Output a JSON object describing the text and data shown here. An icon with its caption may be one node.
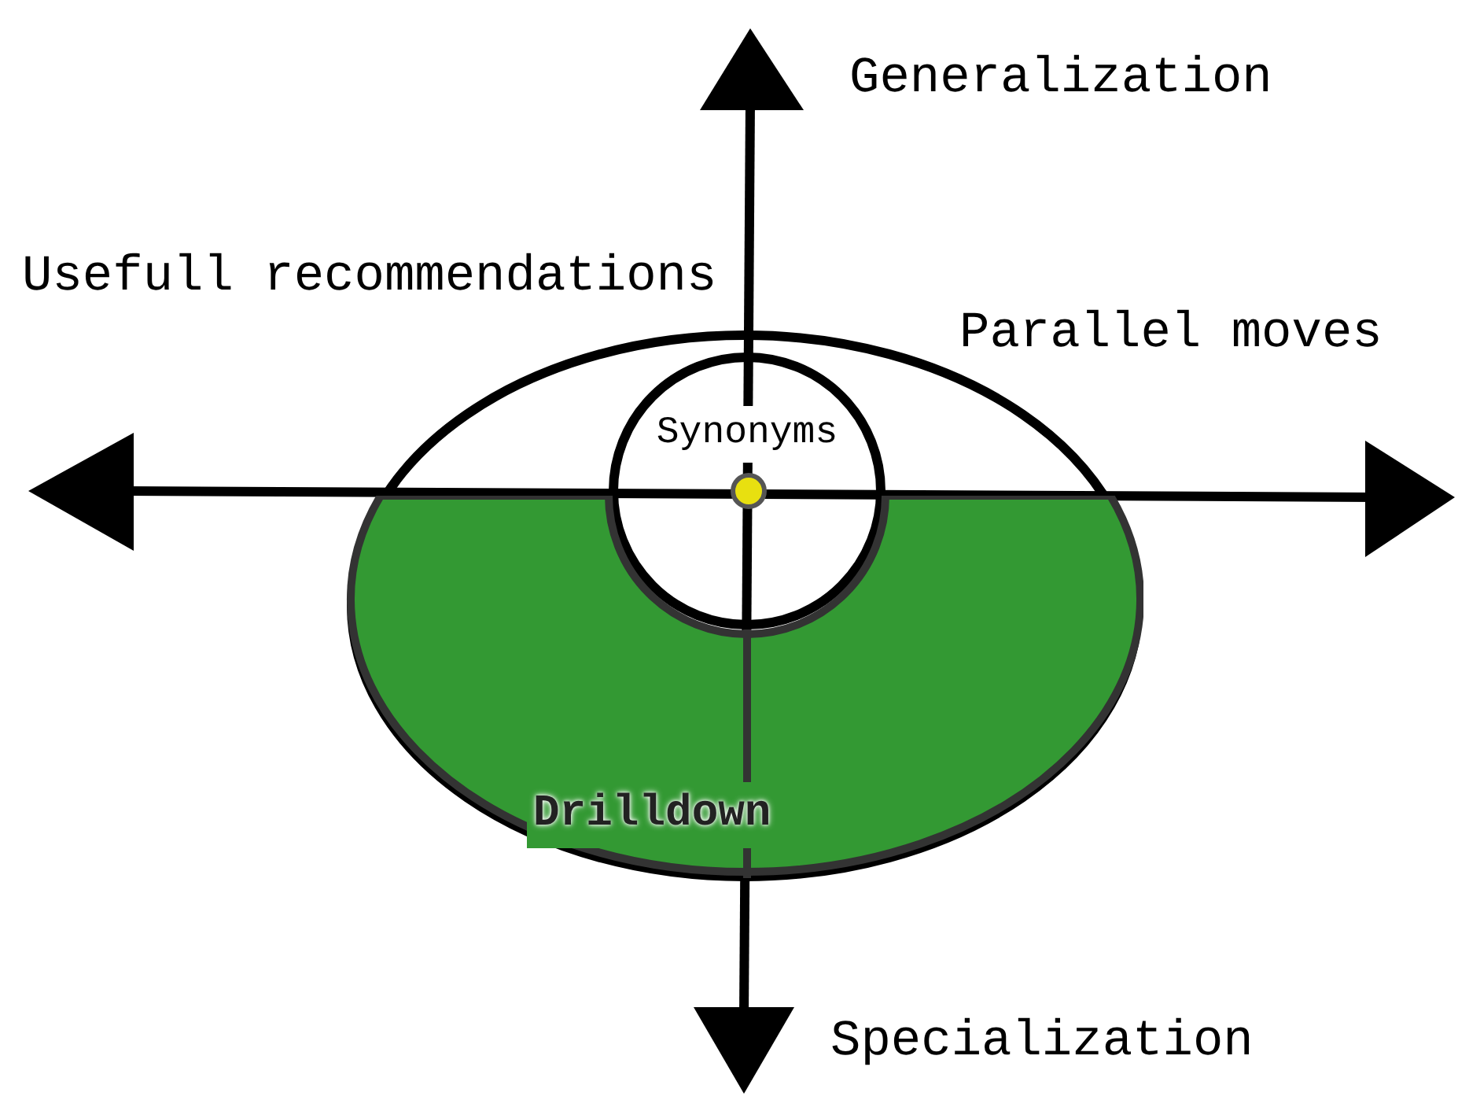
{
  "diagram": {
    "nodes": [
      {
        "text": [],
        "shape": "ellipse"
      },
      {
        "text": [
          "Synonyms"
        ],
        "in": 0
      },
      {
        "text": [
          "Drilldown"
        ],
        "in": 0
      }
    ],
    "labels": [
      "Generalization",
      "Usefull recommendations",
      "Parallel moves",
      "Specialization"
    ]
  }
}
